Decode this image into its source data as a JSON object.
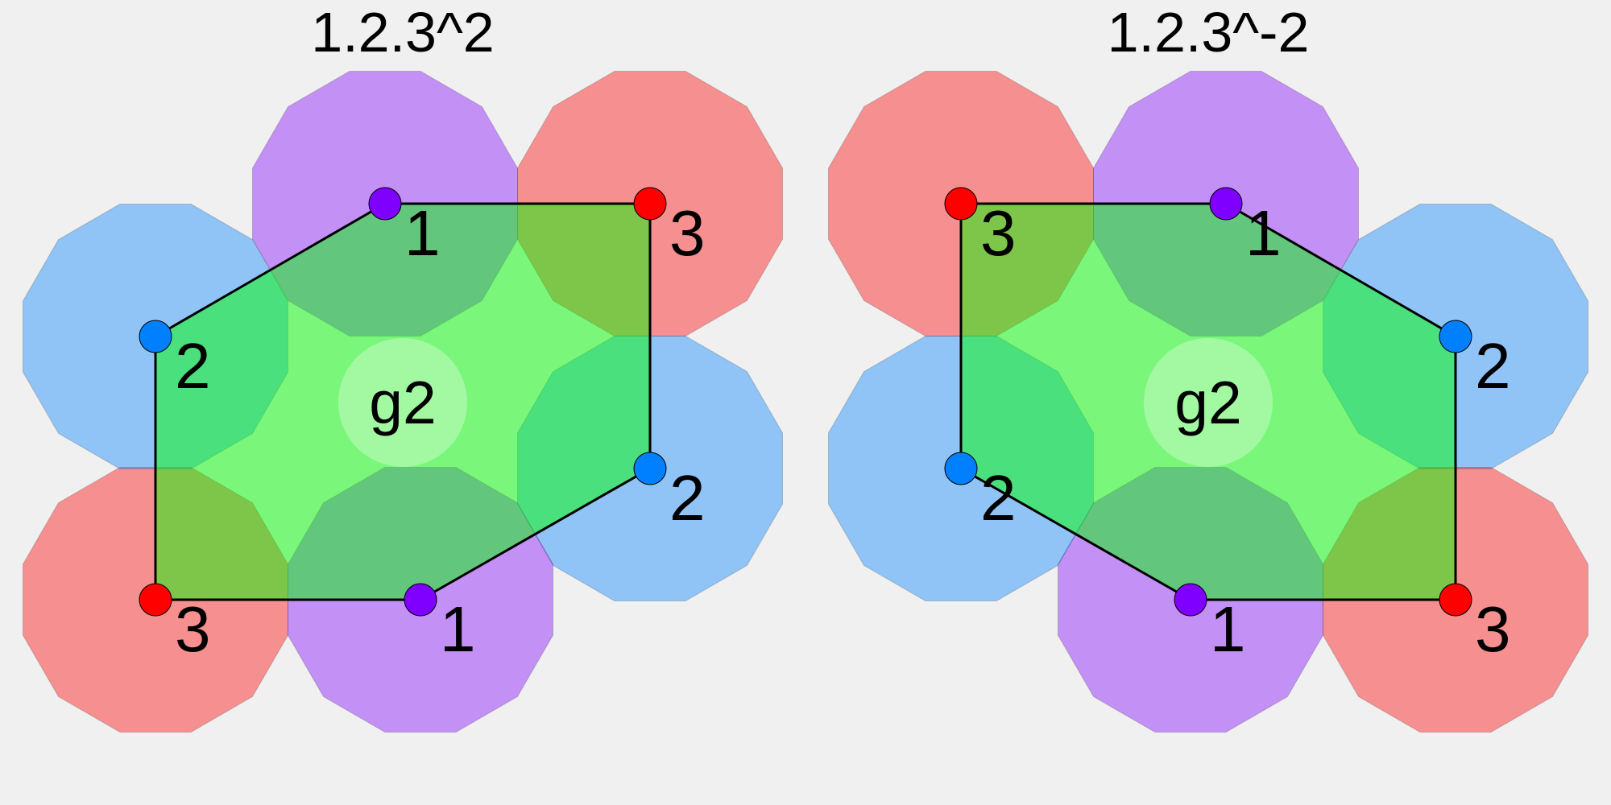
{
  "colors": {
    "background": "#f0f0f0",
    "1": "#8000ff",
    "2": "#0080ff",
    "3": "#ff0000",
    "fundamental_region": "#00ff00",
    "edge": "#000000"
  },
  "panels": [
    {
      "title": "1.2.3^2",
      "center_label": "g2",
      "vertex_labels": [
        "1",
        "3",
        "2",
        "1",
        "3",
        "2"
      ]
    },
    {
      "title": "1.2.3^-2",
      "center_label": "g2",
      "vertex_labels": [
        "3",
        "1",
        "2",
        "3",
        "1",
        "2"
      ]
    }
  ]
}
